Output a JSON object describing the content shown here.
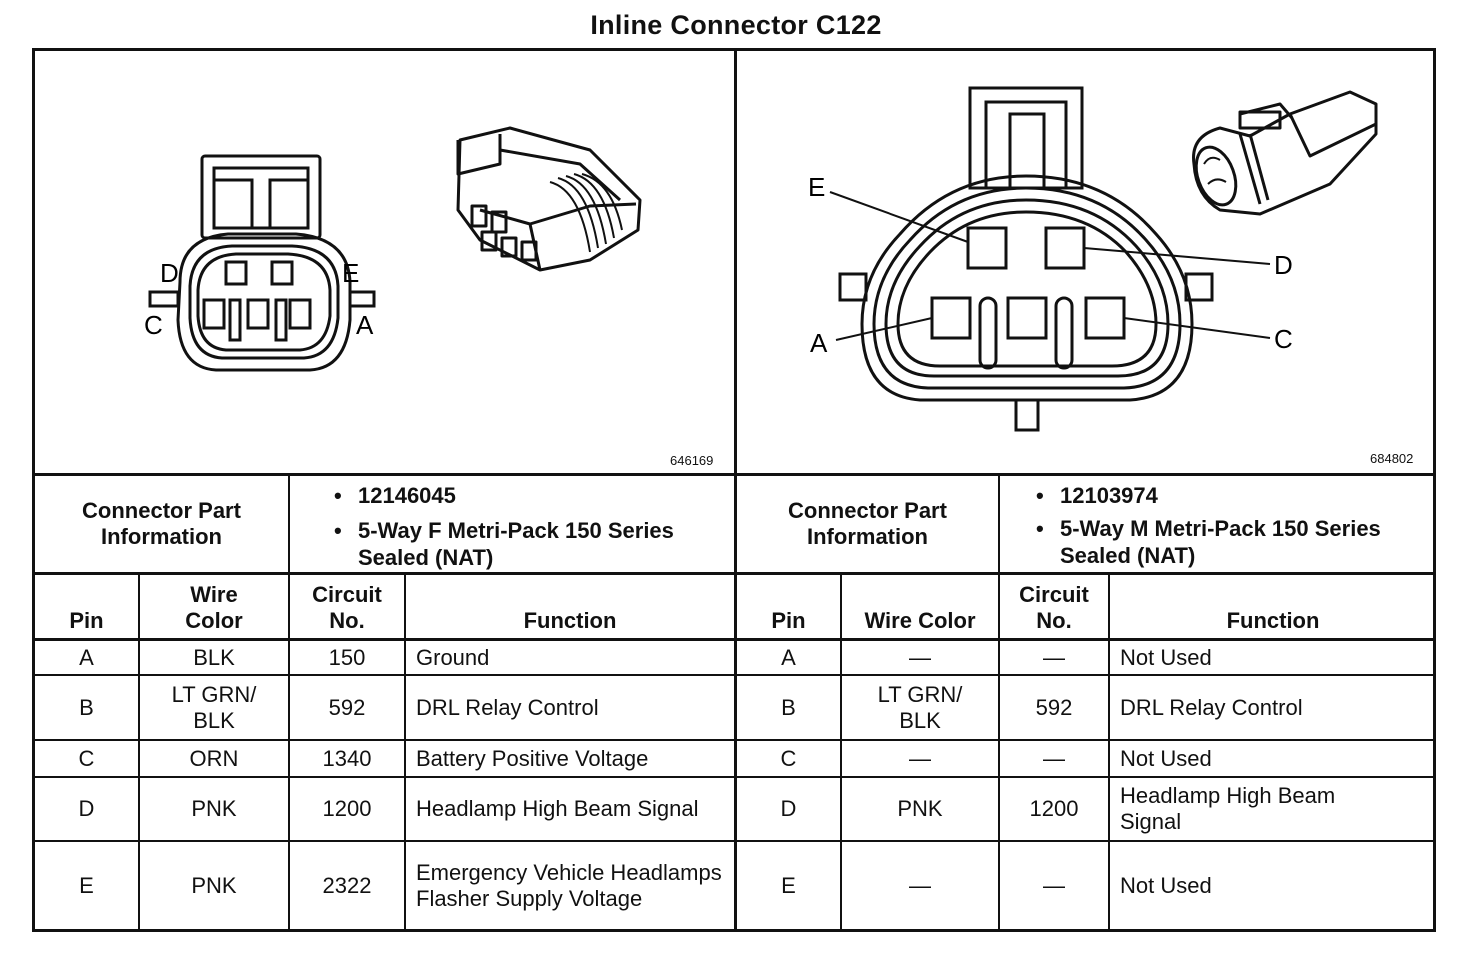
{
  "title": "Inline Connector C122",
  "left": {
    "figure_id": "646169",
    "pin_letters": [
      "D",
      "E",
      "C",
      "A"
    ],
    "part_info_label": "Connector Part Information",
    "part_numbers": [
      "12146045",
      "5-Way F Metri-Pack 150 Series Sealed (NAT)"
    ],
    "headers": [
      "Pin",
      "Wire Color",
      "Circuit No.",
      "Function"
    ],
    "rows": [
      [
        "A",
        "BLK",
        "150",
        "Ground"
      ],
      [
        "B",
        "LT GRN/ BLK",
        "592",
        "DRL Relay Control"
      ],
      [
        "C",
        "ORN",
        "1340",
        "Battery Positive Voltage"
      ],
      [
        "D",
        "PNK",
        "1200",
        "Headlamp High Beam Signal"
      ],
      [
        "E",
        "PNK",
        "2322",
        "Emergency Vehicle Headlamps Flasher Supply Voltage"
      ]
    ]
  },
  "right": {
    "figure_id": "684802",
    "pin_letters": [
      "E",
      "D",
      "A",
      "C"
    ],
    "part_info_label": "Connector Part Information",
    "part_numbers": [
      "12103974",
      "5-Way M Metri-Pack 150 Series Sealed (NAT)"
    ],
    "headers": [
      "Pin",
      "Wire Color",
      "Circuit No.",
      "Function"
    ],
    "rows": [
      [
        "A",
        "—",
        "—",
        "Not Used"
      ],
      [
        "B",
        "LT GRN/ BLK",
        "592",
        "DRL Relay Control"
      ],
      [
        "C",
        "—",
        "—",
        "Not Used"
      ],
      [
        "D",
        "PNK",
        "1200",
        "Headlamp High Beam Signal"
      ],
      [
        "E",
        "—",
        "—",
        "Not Used"
      ]
    ]
  }
}
